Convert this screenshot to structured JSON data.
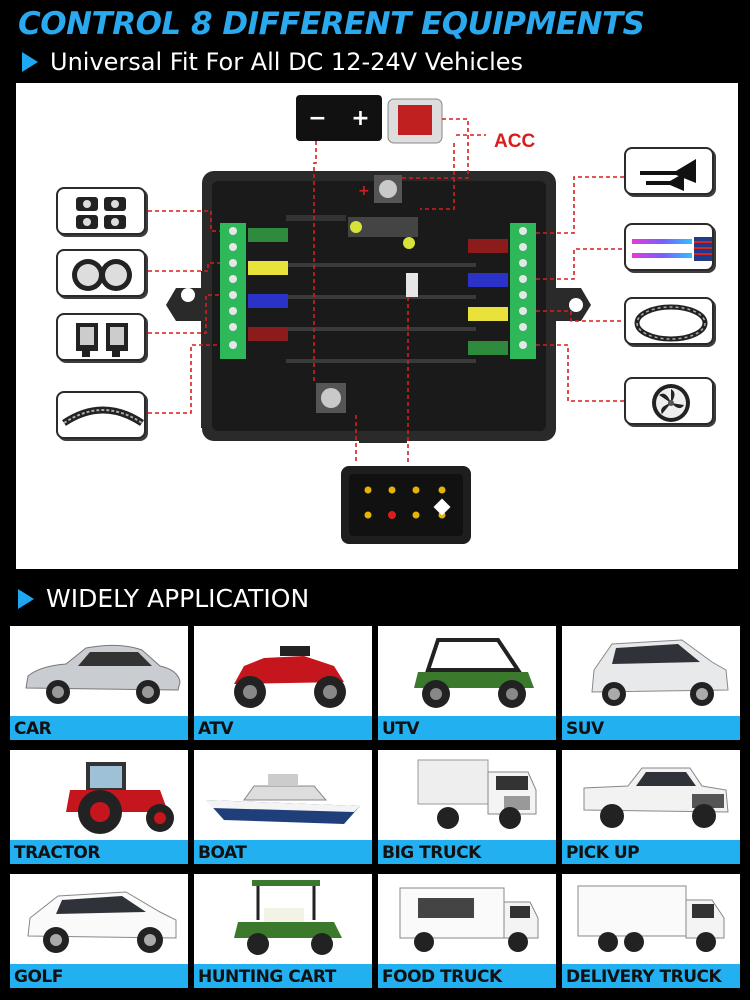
{
  "header": {
    "title": "CONTROL 8 DIFFERENT EQUIPMENTS",
    "subtitle": "Universal Fit For All DC 12-24V Vehicles"
  },
  "diagram": {
    "battery_minus": "−",
    "battery_plus": "+",
    "acc_label": "ACC",
    "left_equipment": [
      "rock-lights-icon",
      "fog-lights-icon",
      "work-lights-icon",
      "light-bar-icon"
    ],
    "right_equipment": [
      "air-horn-icon",
      "led-strip-icon",
      "wheel-ring-light-icon",
      "cooling-fan-icon"
    ],
    "colors": {
      "wire": "#d81d1d",
      "terminal_green": "#2fb85a",
      "box": "#2a2a2a"
    }
  },
  "application": {
    "heading": "WIDELY APPLICATION",
    "vehicles": [
      {
        "label": "CAR",
        "icon": "car-icon"
      },
      {
        "label": "ATV",
        "icon": "atv-icon"
      },
      {
        "label": "UTV",
        "icon": "utv-icon"
      },
      {
        "label": "SUV",
        "icon": "suv-icon"
      },
      {
        "label": "TRACTOR",
        "icon": "tractor-icon"
      },
      {
        "label": "BOAT",
        "icon": "boat-icon"
      },
      {
        "label": "BIG TRUCK",
        "icon": "big-truck-icon"
      },
      {
        "label": "PICK UP",
        "icon": "pickup-icon"
      },
      {
        "label": "GOLF",
        "icon": "golf-car-icon"
      },
      {
        "label": "HUNTING CART",
        "icon": "hunting-cart-icon"
      },
      {
        "label": "FOOD TRUCK",
        "icon": "food-truck-icon"
      },
      {
        "label": "DELIVERY TRUCK",
        "icon": "delivery-truck-icon"
      }
    ],
    "accent_color": "#23b0f0"
  }
}
